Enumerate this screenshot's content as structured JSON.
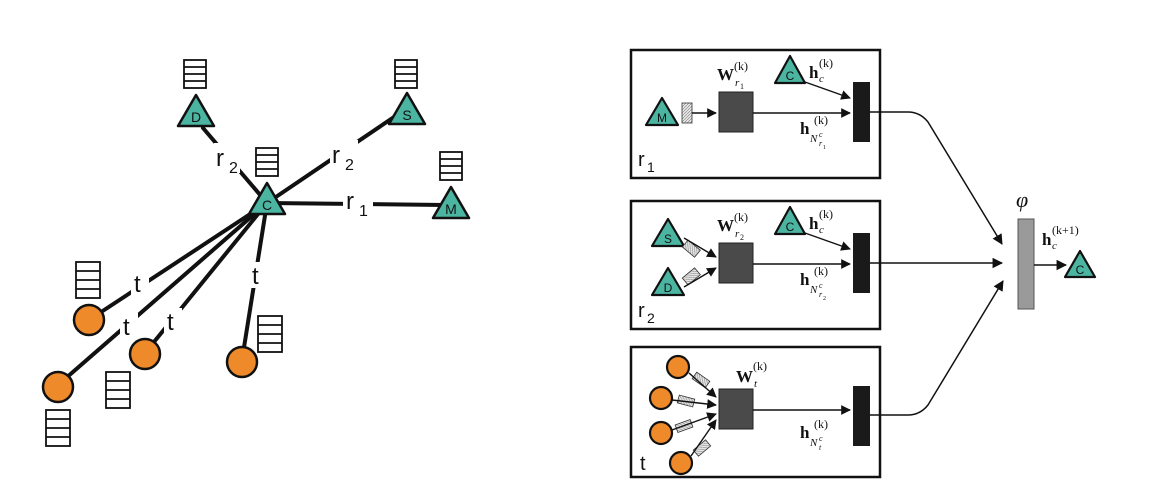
{
  "graph": {
    "center_node": "C",
    "relation_nodes": [
      {
        "label": "D",
        "edge": "r",
        "edge_sub": "2"
      },
      {
        "label": "S",
        "edge": "r",
        "edge_sub": "2"
      },
      {
        "label": "M",
        "edge": "r",
        "edge_sub": "1"
      }
    ],
    "t_edge_label": "t",
    "colors": {
      "triangle": "#4bb5a2",
      "circle": "#ee8a2a",
      "edge": "#111111"
    }
  },
  "panels": {
    "r1": {
      "relation": "r",
      "relation_sub": "1",
      "input_nodes": [
        "M"
      ],
      "weight": "W",
      "weight_sub": "r",
      "weight_subsub": "1",
      "sup": "(k)",
      "self_h": "h",
      "self_sub": "c",
      "self_node": "C",
      "neigh_h": "h",
      "neigh_sub": "N",
      "neigh_subsup": "c",
      "neigh_subsub": "r",
      "neigh_subsubsub": "1"
    },
    "r2": {
      "relation": "r",
      "relation_sub": "2",
      "input_nodes": [
        "S",
        "D"
      ],
      "weight": "W",
      "weight_sub": "r",
      "weight_subsub": "2",
      "sup": "(k)",
      "self_h": "h",
      "self_sub": "c",
      "self_node": "C",
      "neigh_h": "h",
      "neigh_sub": "N",
      "neigh_subsup": "c",
      "neigh_subsub": "r",
      "neigh_subsubsub": "2"
    },
    "t": {
      "relation": "t",
      "weight": "W",
      "weight_sub": "t",
      "sup": "(k)",
      "neigh_h": "h",
      "neigh_sub": "N",
      "neigh_subsup": "c",
      "neigh_subsub": "t"
    }
  },
  "aggregate": {
    "phi": "φ",
    "output_h": "h",
    "output_sub": "c",
    "output_sup": "(k+1)",
    "output_node": "C"
  }
}
